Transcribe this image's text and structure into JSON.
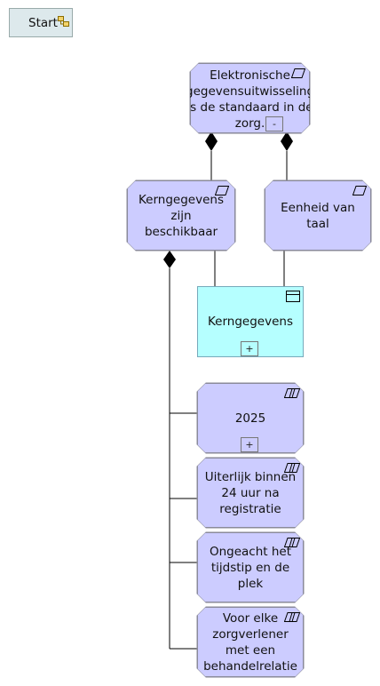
{
  "start": {
    "label": "Start",
    "icon": "view-icon"
  },
  "nodes": {
    "root": "Elektronische gegevensuitwisseling is de standaard in de zorg.",
    "core": "Kerngegevens zijn beschikbaar",
    "language": "Eenheid van taal",
    "data": "Kerngegevens",
    "g2025": "2025",
    "g24": "Uiterlijk binnen 24 uur na registratie",
    "anywhere": "Ongeacht het tijdstip en de plek",
    "everyone": "Voor elke zorgverlener met een behandelrelatie"
  },
  "expanders": {
    "minus": "-",
    "plus": "+"
  },
  "colors": {
    "goal_fill": "#ccccff",
    "data_fill": "#b5ffff",
    "start_fill": "#dde9ec"
  },
  "icons": [
    "parallelogram-icon",
    "double-parallelogram-icon",
    "data-object-icon",
    "view-icon"
  ]
}
